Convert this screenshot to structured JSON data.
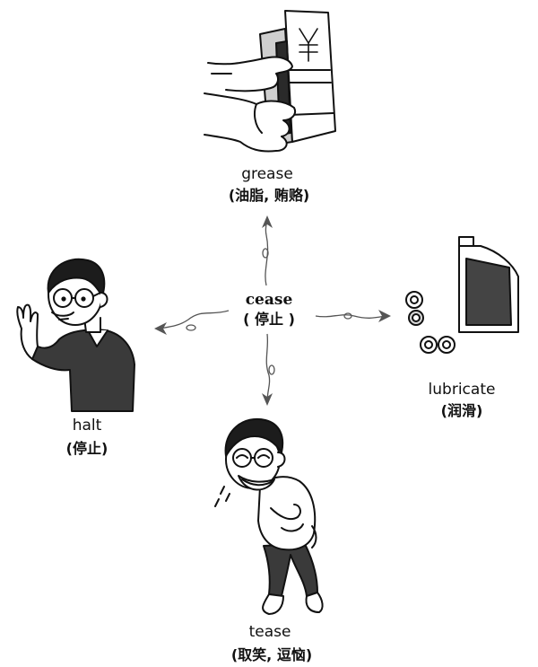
{
  "center": {
    "word": "cease",
    "gloss": "( 停止 )"
  },
  "nodes": {
    "top": {
      "word": "grease",
      "gloss": "(油脂, 贿赂)",
      "illustration": "hands-holding-money-box"
    },
    "left": {
      "word": "halt",
      "gloss": "(停止)",
      "illustration": "man-raising-palm-to-stop"
    },
    "right": {
      "word": "lubricate",
      "gloss": "(润滑)",
      "illustration": "oil-bottle-and-caps"
    },
    "bottom": {
      "word": "tease",
      "gloss": "(取笑, 逗恼)",
      "illustration": "man-laughing-bent-over"
    }
  },
  "colors": {
    "ink": "#111111",
    "arrow": "#555555",
    "sweater": "#3a3a3a",
    "bottle_label": "#444444"
  }
}
